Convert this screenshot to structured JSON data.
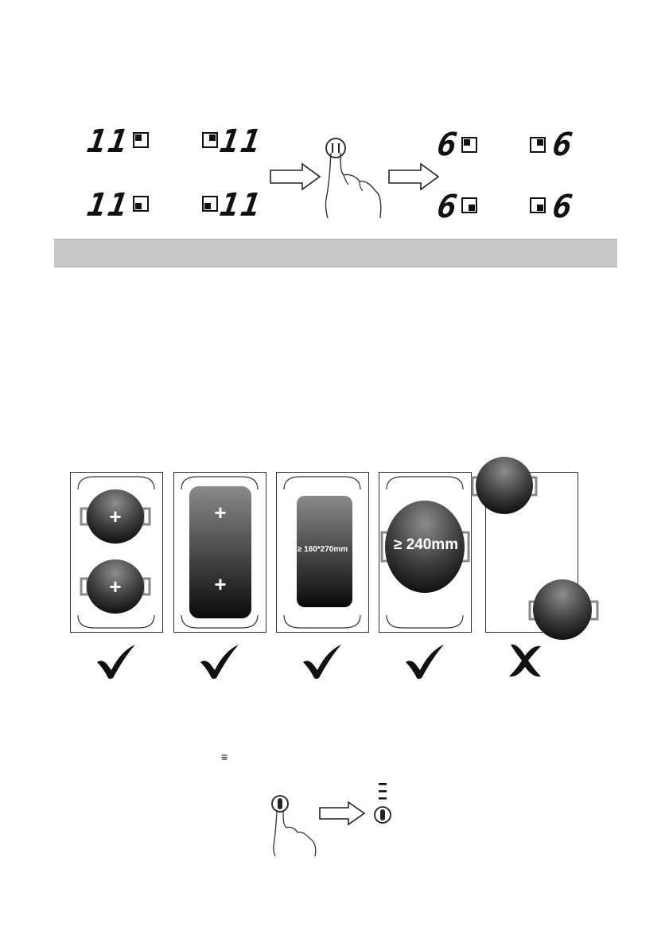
{
  "display_before": {
    "top_left_digit": "11",
    "top_right_digit": "11",
    "bottom_left_digit": "11",
    "bottom_right_digit": "11"
  },
  "display_after": {
    "top_left_digit": "6",
    "top_right_digit": "6",
    "bottom_left_digit": "6",
    "bottom_right_digit": "6"
  },
  "section_bar": {
    "text": ""
  },
  "cookware_examples": [
    {
      "name": "two-round-pans",
      "label": "",
      "status": "check"
    },
    {
      "name": "oblong-griddle",
      "label": "",
      "status": "check"
    },
    {
      "name": "rectangular-pan",
      "label": "≥ 160*270mm",
      "status": "check"
    },
    {
      "name": "large-round-pan",
      "label": "≥ 240mm",
      "status": "check"
    },
    {
      "name": "misplaced-pans",
      "label": "",
      "status": "cross"
    }
  ],
  "icons": {
    "power_button": "power-button-icon",
    "hand": "pointing-hand-icon",
    "arrow": "right-arrow-icon",
    "check": "check-mark-icon",
    "cross": "cross-mark-icon"
  },
  "lock_indicator_glyph": "≡"
}
